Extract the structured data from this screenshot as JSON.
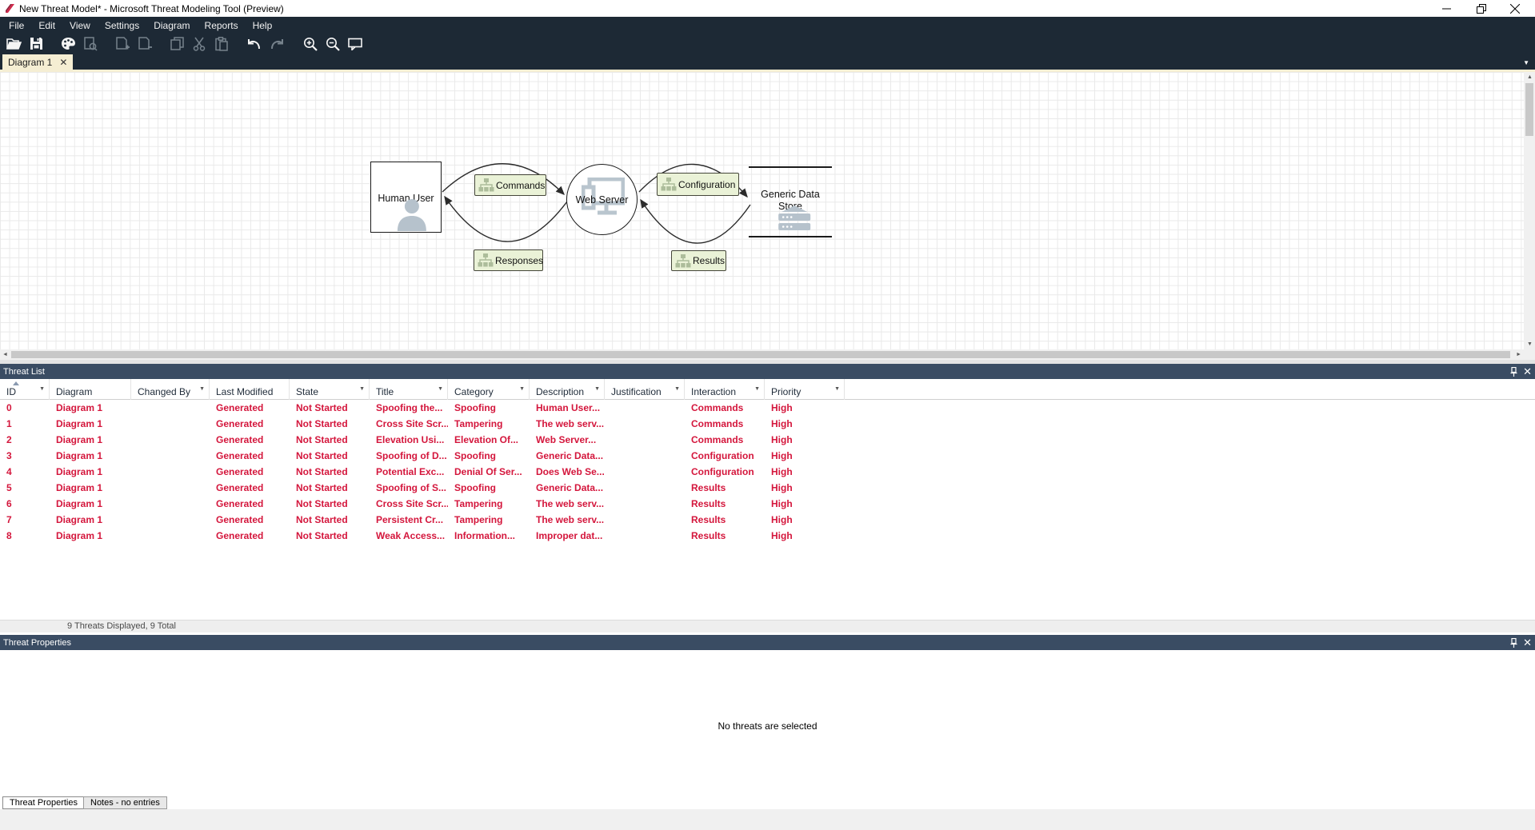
{
  "window": {
    "title": "New Threat Model* - Microsoft Threat Modeling Tool (Preview)",
    "controls": [
      "minimize",
      "restore",
      "close"
    ]
  },
  "menu": {
    "items": [
      "File",
      "Edit",
      "View",
      "Settings",
      "Diagram",
      "Reports",
      "Help"
    ]
  },
  "toolbar": {
    "icons": [
      {
        "name": "open-icon",
        "enabled": true
      },
      {
        "name": "save-icon",
        "enabled": true
      },
      {
        "name": "palette-icon",
        "enabled": true
      },
      {
        "name": "analyze-report-icon",
        "enabled": false
      },
      {
        "name": "add-diagram-icon",
        "enabled": false
      },
      {
        "name": "remove-diagram-icon",
        "enabled": false
      },
      {
        "name": "copy-icon",
        "enabled": false
      },
      {
        "name": "cut-icon",
        "enabled": false
      },
      {
        "name": "paste-icon",
        "enabled": false
      },
      {
        "name": "undo-icon",
        "enabled": true
      },
      {
        "name": "redo-icon",
        "enabled": false
      },
      {
        "name": "zoom-in-icon",
        "enabled": true
      },
      {
        "name": "zoom-out-icon",
        "enabled": true
      },
      {
        "name": "feedback-icon",
        "enabled": true
      }
    ]
  },
  "tabs": {
    "active": "Diagram 1"
  },
  "diagram": {
    "nodes": {
      "human_user": "Human User",
      "web_server": "Web Server",
      "data_store": "Generic Data Store"
    },
    "flows": {
      "commands": "Commands",
      "responses": "Responses",
      "configuration": "Configuration",
      "results": "Results"
    }
  },
  "threat_list": {
    "title": "Threat List",
    "columns": [
      {
        "label": "ID",
        "filter": true,
        "sorted": "asc"
      },
      {
        "label": "Diagram",
        "filter": false
      },
      {
        "label": "Changed By",
        "filter": true
      },
      {
        "label": "Last Modified",
        "filter": false
      },
      {
        "label": "State",
        "filter": true
      },
      {
        "label": "Title",
        "filter": true
      },
      {
        "label": "Category",
        "filter": true
      },
      {
        "label": "Description",
        "filter": true
      },
      {
        "label": "Justification",
        "filter": true
      },
      {
        "label": "Interaction",
        "filter": true
      },
      {
        "label": "Priority",
        "filter": true
      }
    ],
    "rows": [
      [
        "0",
        "Diagram 1",
        "",
        "Generated",
        "Not Started",
        "Spoofing the...",
        "Spoofing",
        "Human User...",
        "",
        "Commands",
        "High"
      ],
      [
        "1",
        "Diagram 1",
        "",
        "Generated",
        "Not Started",
        "Cross Site Scr...",
        "Tampering",
        "The web serv...",
        "",
        "Commands",
        "High"
      ],
      [
        "2",
        "Diagram 1",
        "",
        "Generated",
        "Not Started",
        "Elevation Usi...",
        "Elevation Of...",
        "Web Server...",
        "",
        "Commands",
        "High"
      ],
      [
        "3",
        "Diagram 1",
        "",
        "Generated",
        "Not Started",
        "Spoofing of D...",
        "Spoofing",
        "Generic Data...",
        "",
        "Configuration",
        "High"
      ],
      [
        "4",
        "Diagram 1",
        "",
        "Generated",
        "Not Started",
        "Potential Exc...",
        "Denial Of Ser...",
        "Does Web Se...",
        "",
        "Configuration",
        "High"
      ],
      [
        "5",
        "Diagram 1",
        "",
        "Generated",
        "Not Started",
        "Spoofing of S...",
        "Spoofing",
        "Generic Data...",
        "",
        "Results",
        "High"
      ],
      [
        "6",
        "Diagram 1",
        "",
        "Generated",
        "Not Started",
        "Cross Site Scr...",
        "Tampering",
        "The web serv...",
        "",
        "Results",
        "High"
      ],
      [
        "7",
        "Diagram 1",
        "",
        "Generated",
        "Not Started",
        "Persistent Cr...",
        "Tampering",
        "The web serv...",
        "",
        "Results",
        "High"
      ],
      [
        "8",
        "Diagram 1",
        "",
        "Generated",
        "Not Started",
        "Weak Access...",
        "Information...",
        "Improper dat...",
        "",
        "Results",
        "High"
      ]
    ],
    "status": "9 Threats Displayed, 9 Total"
  },
  "threat_properties": {
    "title": "Threat Properties",
    "empty_message": "No threats are selected",
    "tabs": [
      "Threat Properties",
      "Notes - no entries"
    ]
  },
  "colors": {
    "header_dark": "#1d2935",
    "panel_bar": "#3a4c63",
    "tab_beige": "#f5eed3",
    "threat_red": "#d4163c",
    "flow_label_green": "#eaf2d7",
    "shape_icon_gray": "#b6c2cc"
  }
}
